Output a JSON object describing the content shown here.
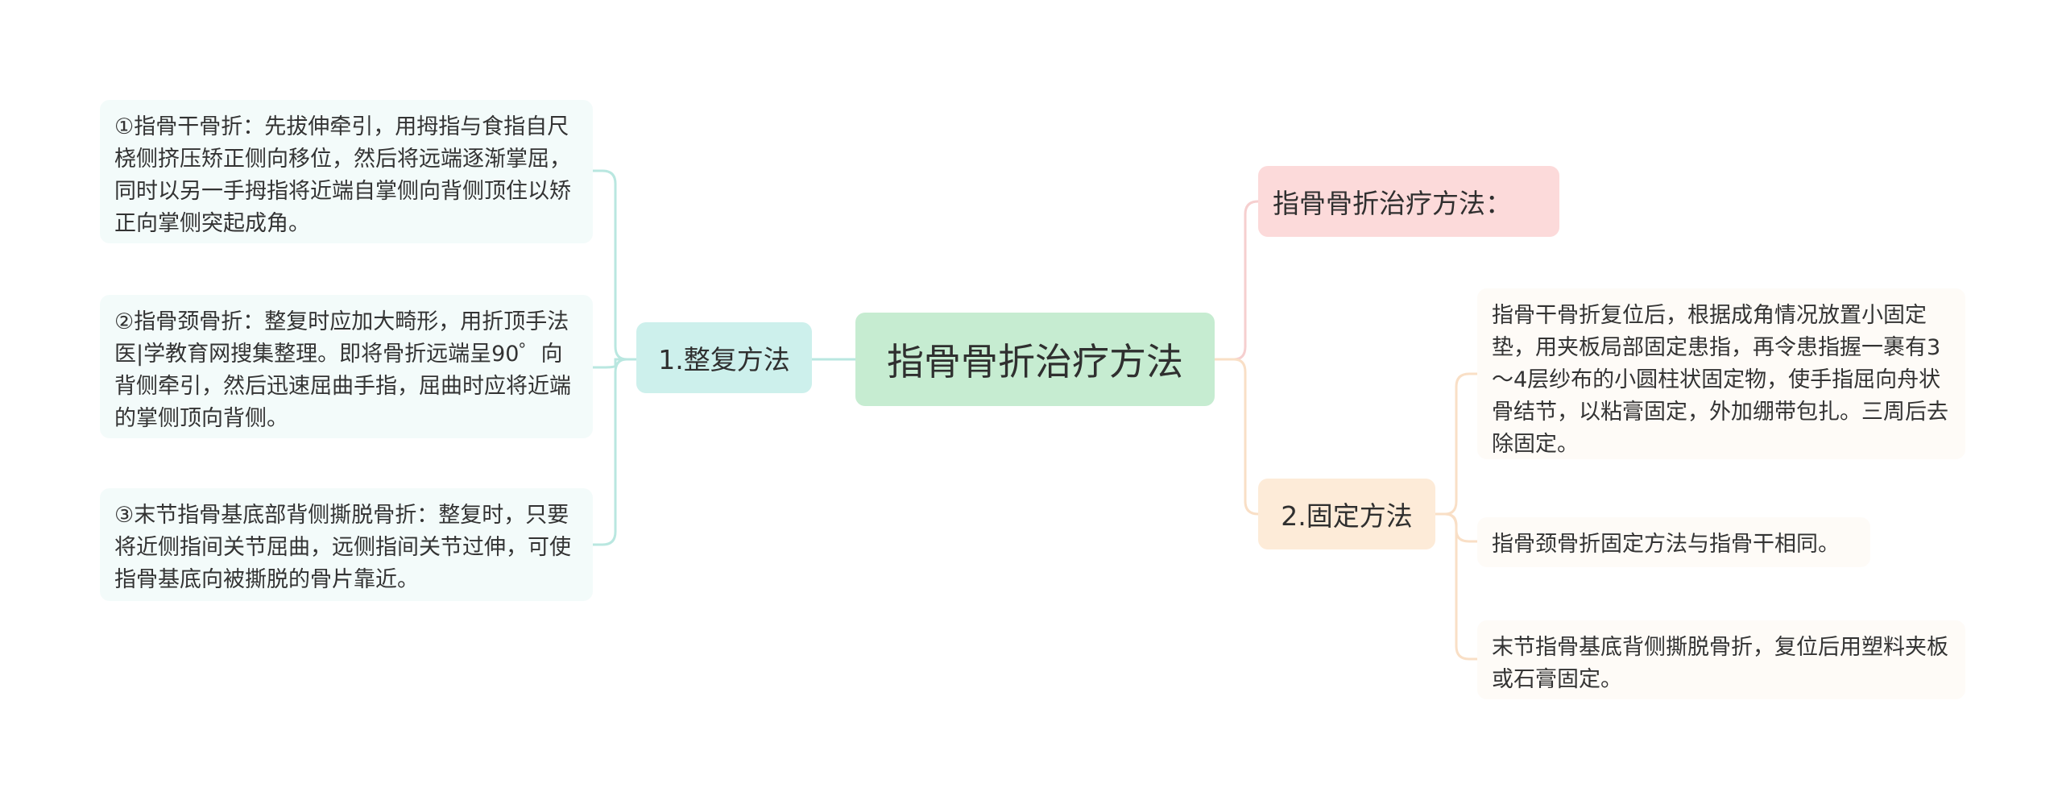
{
  "root": {
    "label": "指骨骨折治疗方法"
  },
  "branches": [
    {
      "label": "1.整复方法",
      "items": [
        "①指骨干骨折：先拔伸牵引，用拇指与食指自尺桡侧挤压矫正侧向移位，然后将远端逐渐掌屈，同时以另一手拇指将近端自掌侧向背侧顶住以矫正向掌侧突起成角。",
        "②指骨颈骨折：整复时应加大畸形，用折顶手法医|学教育网搜集整理。即将骨折远端呈90゜向背侧牵引，然后迅速屈曲手指，屈曲时应将近端的掌侧顶向背侧。",
        "③末节指骨基底部背侧撕脱骨折：整复时，只要将近侧指间关节屈曲，远侧指间关节过伸，可使指骨基底向被撕脱的骨片靠近。"
      ]
    },
    {
      "label": "指骨骨折治疗方法：",
      "items": []
    },
    {
      "label": "2.固定方法",
      "items": [
        "指骨干骨折复位后，根据成角情况放置小固定垫，用夹板局部固定患指，再令患指握一裹有3～4层纱布的小圆柱状固定物，使手指屈向舟状骨结节，以粘膏固定，外加绷带包扎。三周后去除固定。",
        "指骨颈骨折固定方法与指骨干相同。",
        "末节指骨基底背侧撕脱骨折，复位后用塑料夹板或石膏固定。"
      ]
    }
  ],
  "colors": {
    "root_fill": "#c6ecd1",
    "left_branch_fill": "#cdf0ec",
    "left_line": "#b9e7e0",
    "right_top_fill": "#fcdada",
    "right_top_line": "#f6cfcf",
    "right_bottom_fill": "#fdebd8",
    "right_bottom_line": "#f9dfc6"
  }
}
